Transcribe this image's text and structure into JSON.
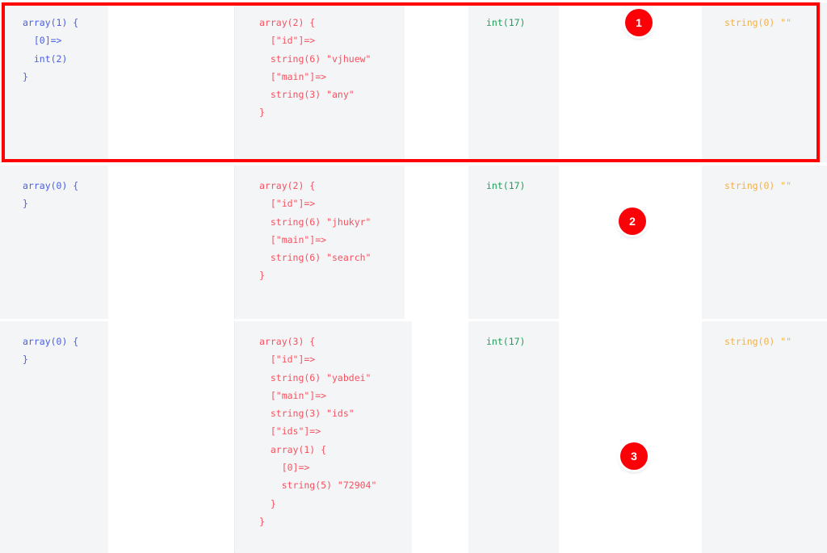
{
  "page": {
    "title": "PHP var_dump output comparison grid",
    "background": "#ffffff",
    "shaded_cell_color": "#f4f5f7",
    "highlight_border_color": "#ff0000",
    "badge_color": "#fb0007",
    "colors": {
      "blue": "#4b5fe2",
      "red": "#f5515f",
      "green": "#1f9e57",
      "orange": "#f5b041"
    }
  },
  "rows": [
    {
      "id": "row-1",
      "highlighted": true,
      "badge": "1",
      "cells": {
        "col1": "array(1) {\n  [0]=>\n  int(2)\n}",
        "col2": "",
        "col3": "array(2) {\n  [\"id\"]=>\n  string(6) \"vjhuew\"\n  [\"main\"]=>\n  string(3) \"any\"\n}",
        "col4": "",
        "col5": "int(17)",
        "col6": "",
        "col7": "string(0) \"\""
      }
    },
    {
      "id": "row-2",
      "highlighted": false,
      "badge": "2",
      "cells": {
        "col1": "array(0) {\n}",
        "col2": "",
        "col3": "array(2) {\n  [\"id\"]=>\n  string(6) \"jhukyr\"\n  [\"main\"]=>\n  string(6) \"search\"\n}",
        "col4": "",
        "col5": "int(17)",
        "col6": "",
        "col7": "string(0) \"\""
      }
    },
    {
      "id": "row-3",
      "highlighted": false,
      "badge": "3",
      "cells": {
        "col1": "array(0) {\n}",
        "col2": "",
        "col3": "array(3) {\n  [\"id\"]=>\n  string(6) \"yabdei\"\n  [\"main\"]=>\n  string(3) \"ids\"\n  [\"ids\"]=>\n  array(1) {\n    [0]=>\n    string(5) \"72904\"\n  }\n}",
        "col4": "",
        "col5": "int(17)",
        "col6": "",
        "col7": "string(0) \"\""
      }
    }
  ],
  "badges": [
    {
      "label": "1"
    },
    {
      "label": "2"
    },
    {
      "label": "3"
    }
  ]
}
